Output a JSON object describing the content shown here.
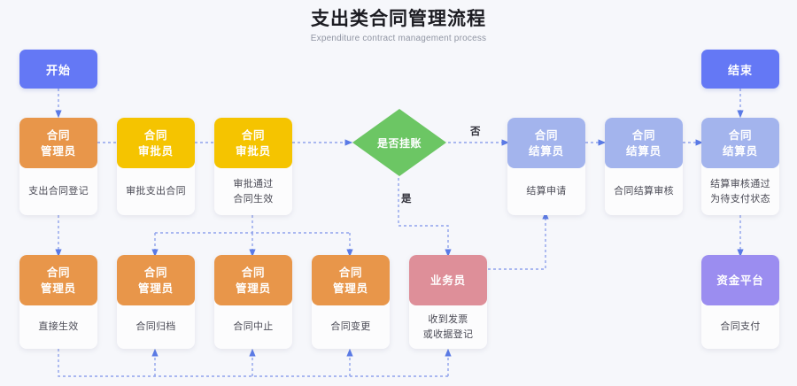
{
  "header": {
    "title": "支出类合同管理流程",
    "subtitle": "Expenditure contract management process"
  },
  "palette": {
    "background": "#f6f7fb",
    "terminator_blue": "#6478f5",
    "orange": "#e8964a",
    "yellow": "#f5c400",
    "green": "#6cc664",
    "light_blue": "#a3b4ed",
    "pink": "#de8f99",
    "purple": "#9b8df0",
    "connector": "#6b86e8",
    "card_body": "#fcfcfd",
    "body_text": "#4a4a55"
  },
  "nodes": {
    "start": {
      "label": "开始",
      "type": "terminator",
      "color": "#6478f5"
    },
    "end": {
      "label": "结束",
      "type": "terminator",
      "color": "#6478f5"
    },
    "decision": {
      "label": "是否挂账",
      "type": "decision",
      "color": "#6cc664"
    },
    "top_row": [
      {
        "role": "合同\n管理员",
        "role_line1": "合同",
        "role_line2": "管理员",
        "desc_line1": "支出合同登记",
        "desc_line2": "",
        "color": "#e8964a"
      },
      {
        "role_line1": "合同",
        "role_line2": "审批员",
        "desc_line1": "审批支出合同",
        "desc_line2": "",
        "color": "#f5c400"
      },
      {
        "role_line1": "合同",
        "role_line2": "审批员",
        "desc_line1": "审批通过",
        "desc_line2": "合同生效",
        "color": "#f5c400"
      },
      {
        "role_line1": "合同",
        "role_line2": "结算员",
        "desc_line1": "结算申请",
        "desc_line2": "",
        "color": "#a3b4ed"
      },
      {
        "role_line1": "合同",
        "role_line2": "结算员",
        "desc_line1": "合同结算审核",
        "desc_line2": "",
        "color": "#a3b4ed"
      },
      {
        "role_line1": "合同",
        "role_line2": "结算员",
        "desc_line1": "结算审核通过",
        "desc_line2": "为待支付状态",
        "color": "#a3b4ed"
      }
    ],
    "bottom_row": [
      {
        "role_line1": "合同",
        "role_line2": "管理员",
        "desc_line1": "直接生效",
        "desc_line2": "",
        "color": "#e8964a"
      },
      {
        "role_line1": "合同",
        "role_line2": "管理员",
        "desc_line1": "合同归档",
        "desc_line2": "",
        "color": "#e8964a"
      },
      {
        "role_line1": "合同",
        "role_line2": "管理员",
        "desc_line1": "合同中止",
        "desc_line2": "",
        "color": "#e8964a"
      },
      {
        "role_line1": "合同",
        "role_line2": "管理员",
        "desc_line1": "合同变更",
        "desc_line2": "",
        "color": "#e8964a"
      },
      {
        "role_line1": "业务员",
        "role_line2": "",
        "desc_line1": "收到发票",
        "desc_line2": "或收据登记",
        "color": "#de8f99"
      },
      {
        "role_line1": "资金平台",
        "role_line2": "",
        "desc_line1": "合同支付",
        "desc_line2": "",
        "color": "#9b8df0"
      }
    ]
  },
  "edge_labels": {
    "no": "否",
    "yes": "是"
  }
}
